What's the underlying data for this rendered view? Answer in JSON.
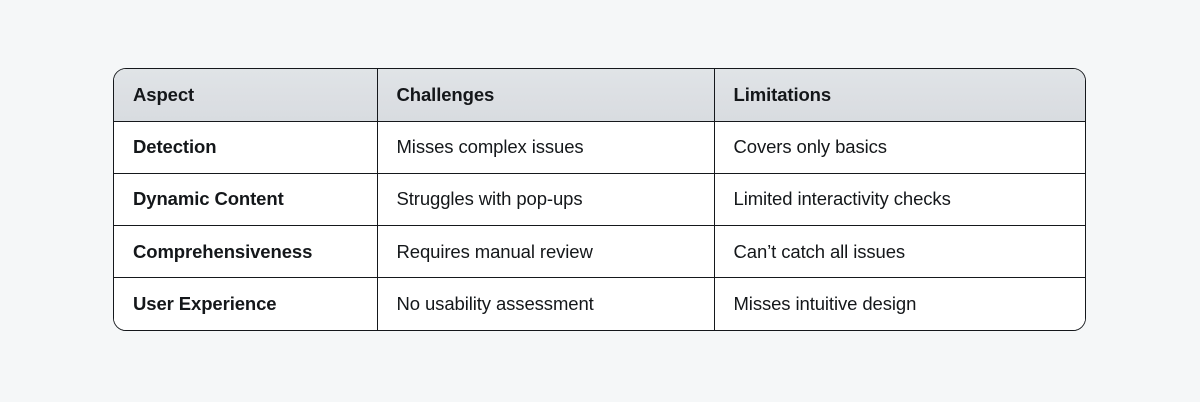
{
  "page": {
    "background_color": "#f5f7f8"
  },
  "table": {
    "name": "comparison-table",
    "border_color": "#15181c",
    "header_background": "#dcdfe3",
    "body_background": "#ffffff",
    "text_color": "#14171a",
    "columns": [
      {
        "key": "aspect",
        "label": "Aspect"
      },
      {
        "key": "challenges",
        "label": "Challenges"
      },
      {
        "key": "limitations",
        "label": "Limitations"
      }
    ],
    "rows": [
      {
        "aspect": "Detection",
        "challenges": "Misses complex issues",
        "limitations": "Covers only basics"
      },
      {
        "aspect": "Dynamic Content",
        "challenges": "Struggles with pop-ups",
        "limitations": "Limited interactivity checks"
      },
      {
        "aspect": "Comprehensiveness",
        "challenges": "Requires manual review",
        "limitations": "Can’t catch all issues"
      },
      {
        "aspect": "User Experience",
        "challenges": "No usability assessment",
        "limitations": "Misses intuitive design"
      }
    ]
  }
}
